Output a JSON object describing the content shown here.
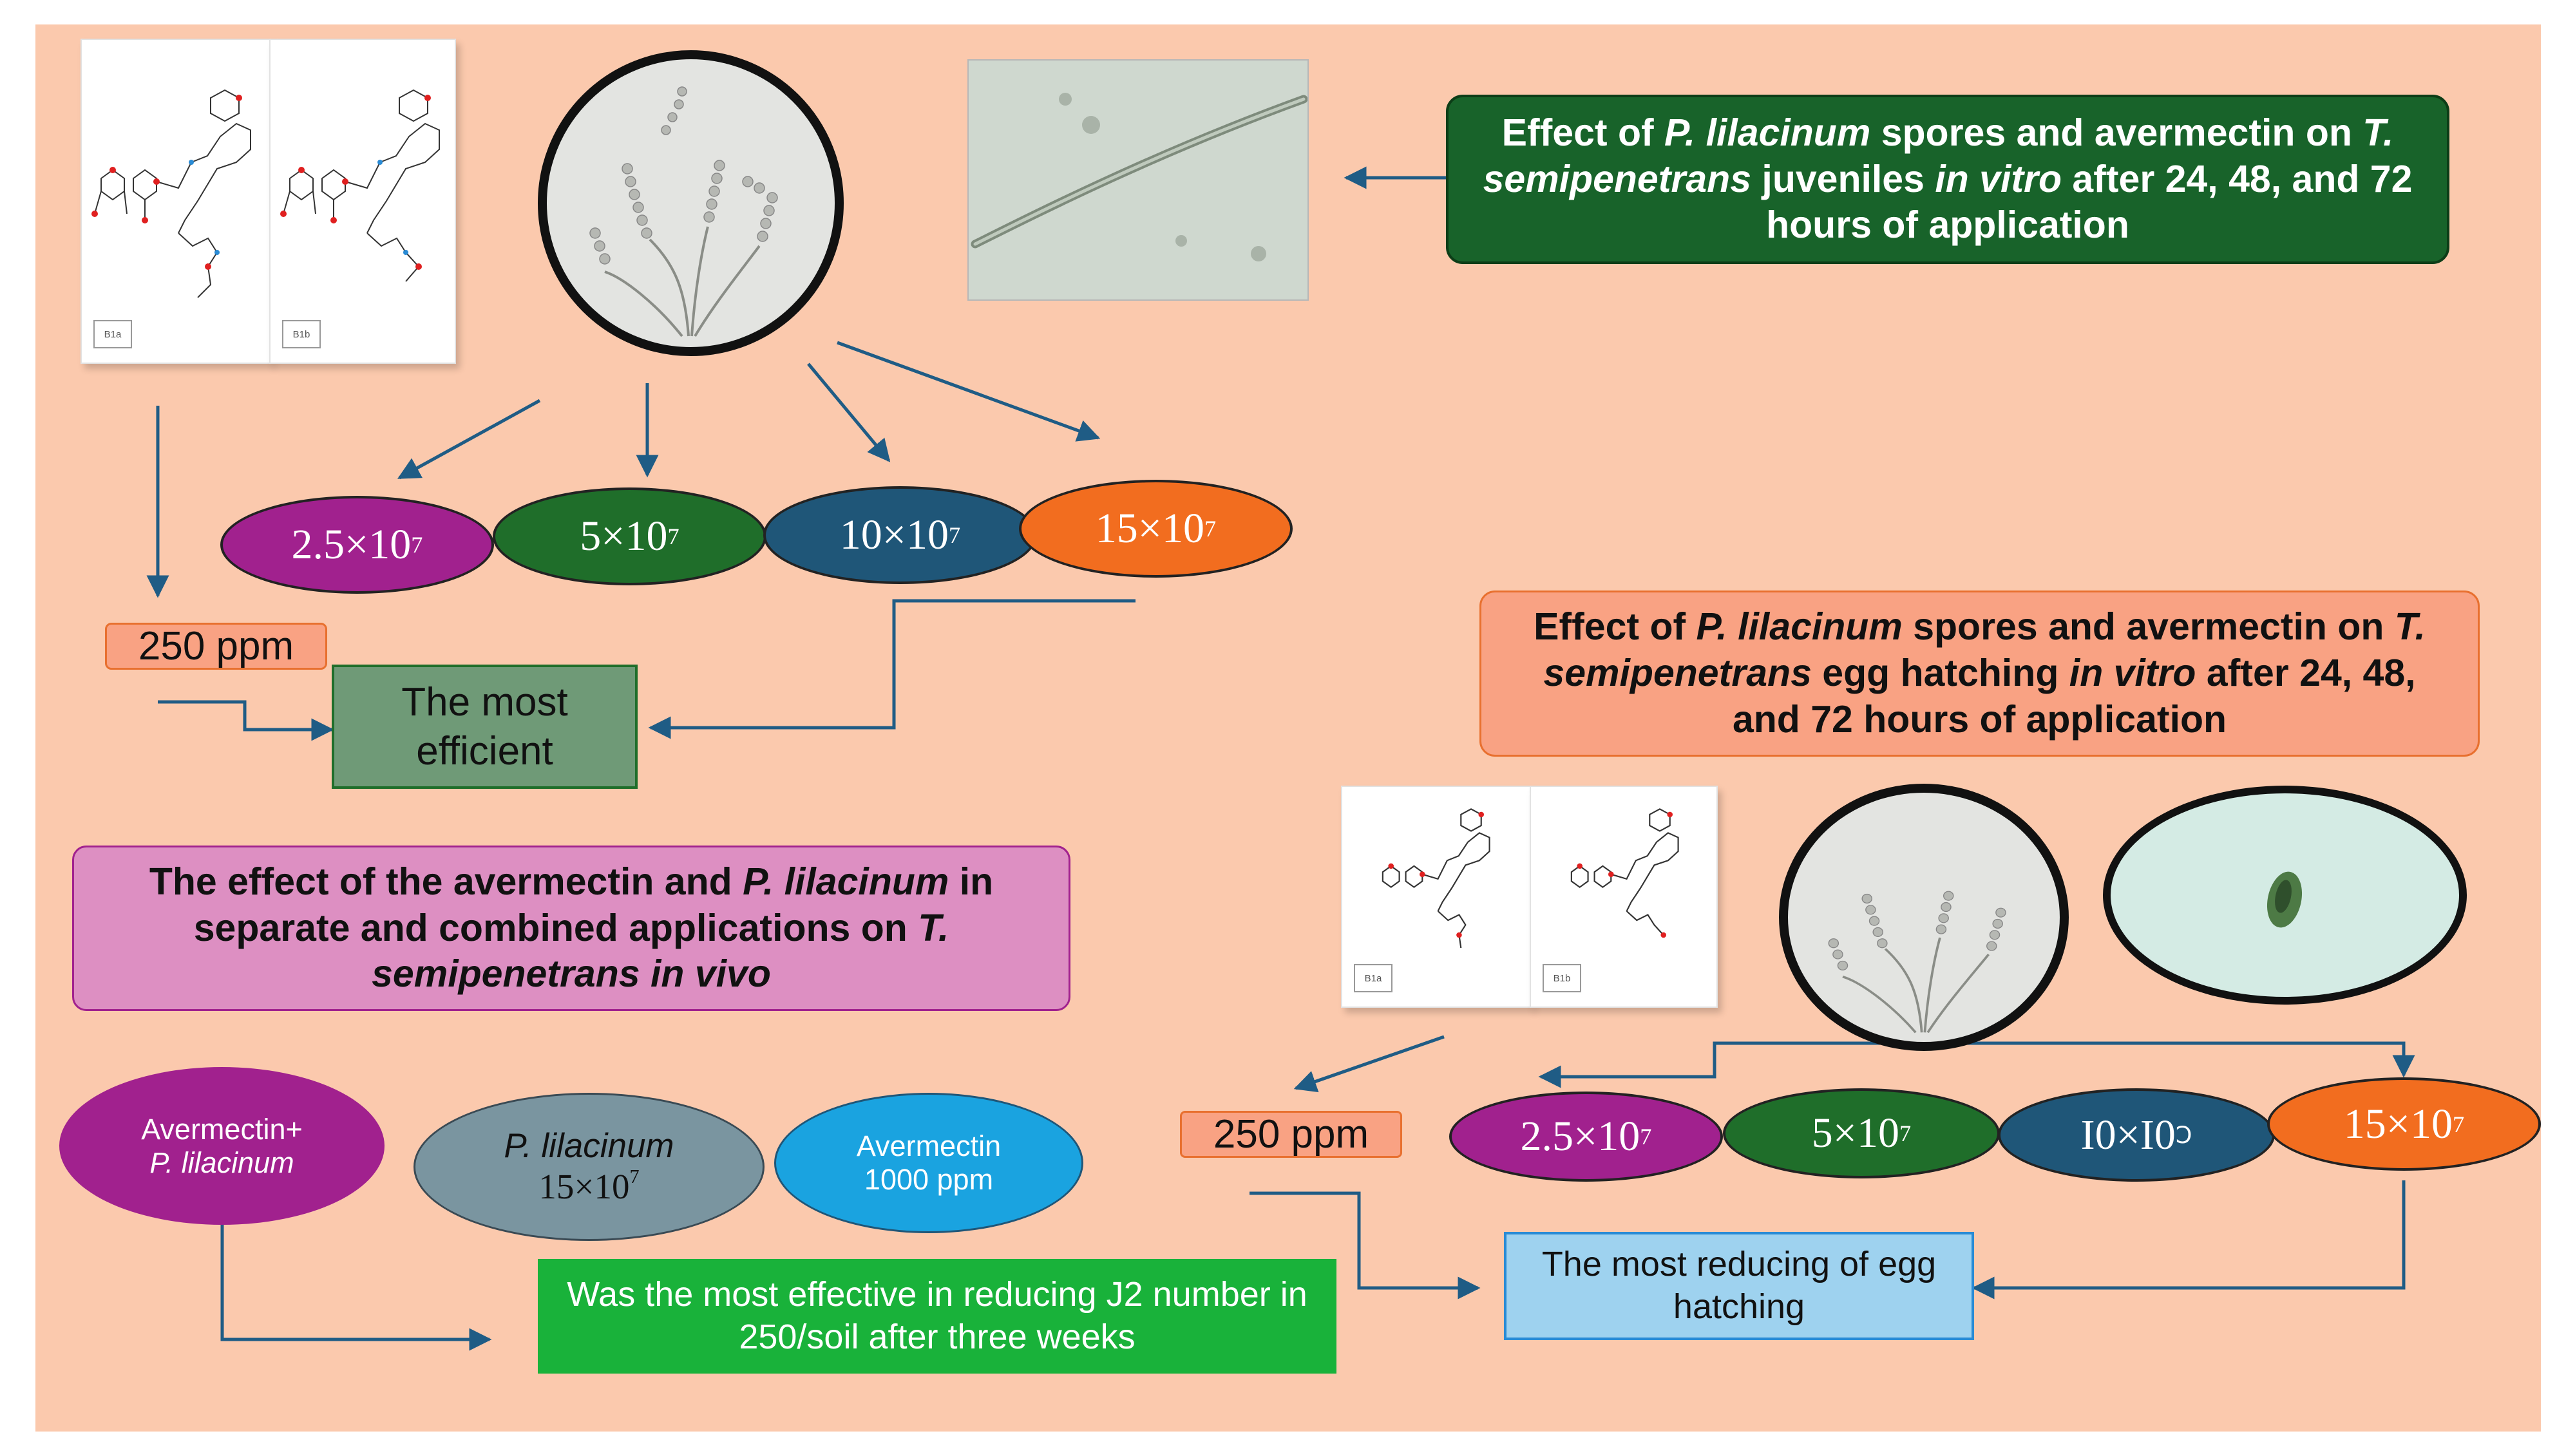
{
  "box_juveniles": {
    "pre1": "Effect of ",
    "species1": "P. lilacinum",
    "mid1": " spores and avermectin on ",
    "species2": "T. semipenetrans",
    "mid2": " juveniles ",
    "invitro": "in vitro",
    "post": " after 24, 48, and 72 hours of application"
  },
  "box_eggs": {
    "pre1": "Effect of ",
    "species1": "P. lilacinum",
    "mid1": " spores and avermectin on ",
    "species2": "T. semipenetrans",
    "mid2": " egg hatching ",
    "invitro": "in vitro",
    "post": " after 24, 48, and 72 hours of application"
  },
  "box_invivo": {
    "pre": "The effect of the avermectin and ",
    "species1": "P. lilacinum",
    "mid": " in separate and combined applications on ",
    "species2": "T. semipenetrans",
    "space": " ",
    "invivo": "in vivo"
  },
  "concentrations_top": [
    {
      "base": "2.5×10",
      "exp": "7",
      "color": "#a1218e"
    },
    {
      "base": "5×10",
      "exp": "7",
      "color": "#1f6e2a"
    },
    {
      "base": "10×10",
      "exp": "7",
      "color": "#1f5678"
    },
    {
      "base": "15×10",
      "exp": "7",
      "color": "#f26d1f"
    }
  ],
  "concentrations_bottom": [
    {
      "text": "2.5×10",
      "exp": "7",
      "color": "#a1218e"
    },
    {
      "text": "5×10",
      "exp": "7",
      "color": "#1f6e2a"
    },
    {
      "text": "I0×I0",
      "exp": "Ↄ",
      "color": "#1f5678"
    },
    {
      "text": "15×10",
      "exp": "7",
      "color": "#f26d1f"
    }
  ],
  "ppm_top": "250 ppm",
  "ppm_bottom": "250 ppm",
  "most_efficient": "The most efficient",
  "most_reducing": "The most reducing of egg hatching",
  "most_effective": "Was the most effective in reducing J2 number in 250/soil after three weeks",
  "treatments": {
    "combined_line1": "Avermectin+",
    "combined_line2": "P. lilacinum",
    "plil_line1": "P. lilacinum",
    "plil_line2": "15×10",
    "plil_exp": "7",
    "aver_line1": "Avermectin",
    "aver_line2": "1000 ppm"
  },
  "structure_labels": {
    "a": "B1a",
    "b": "B1b"
  },
  "colors": {
    "background": "#fbc9ad",
    "dark_green": "#18632a",
    "salmon": "#f9a283",
    "pink": "#dd8fc2",
    "sage": "#6f9a77",
    "bright_green": "#19b23a",
    "sky": "#9ed2ef",
    "arrow": "#1f5c85"
  }
}
